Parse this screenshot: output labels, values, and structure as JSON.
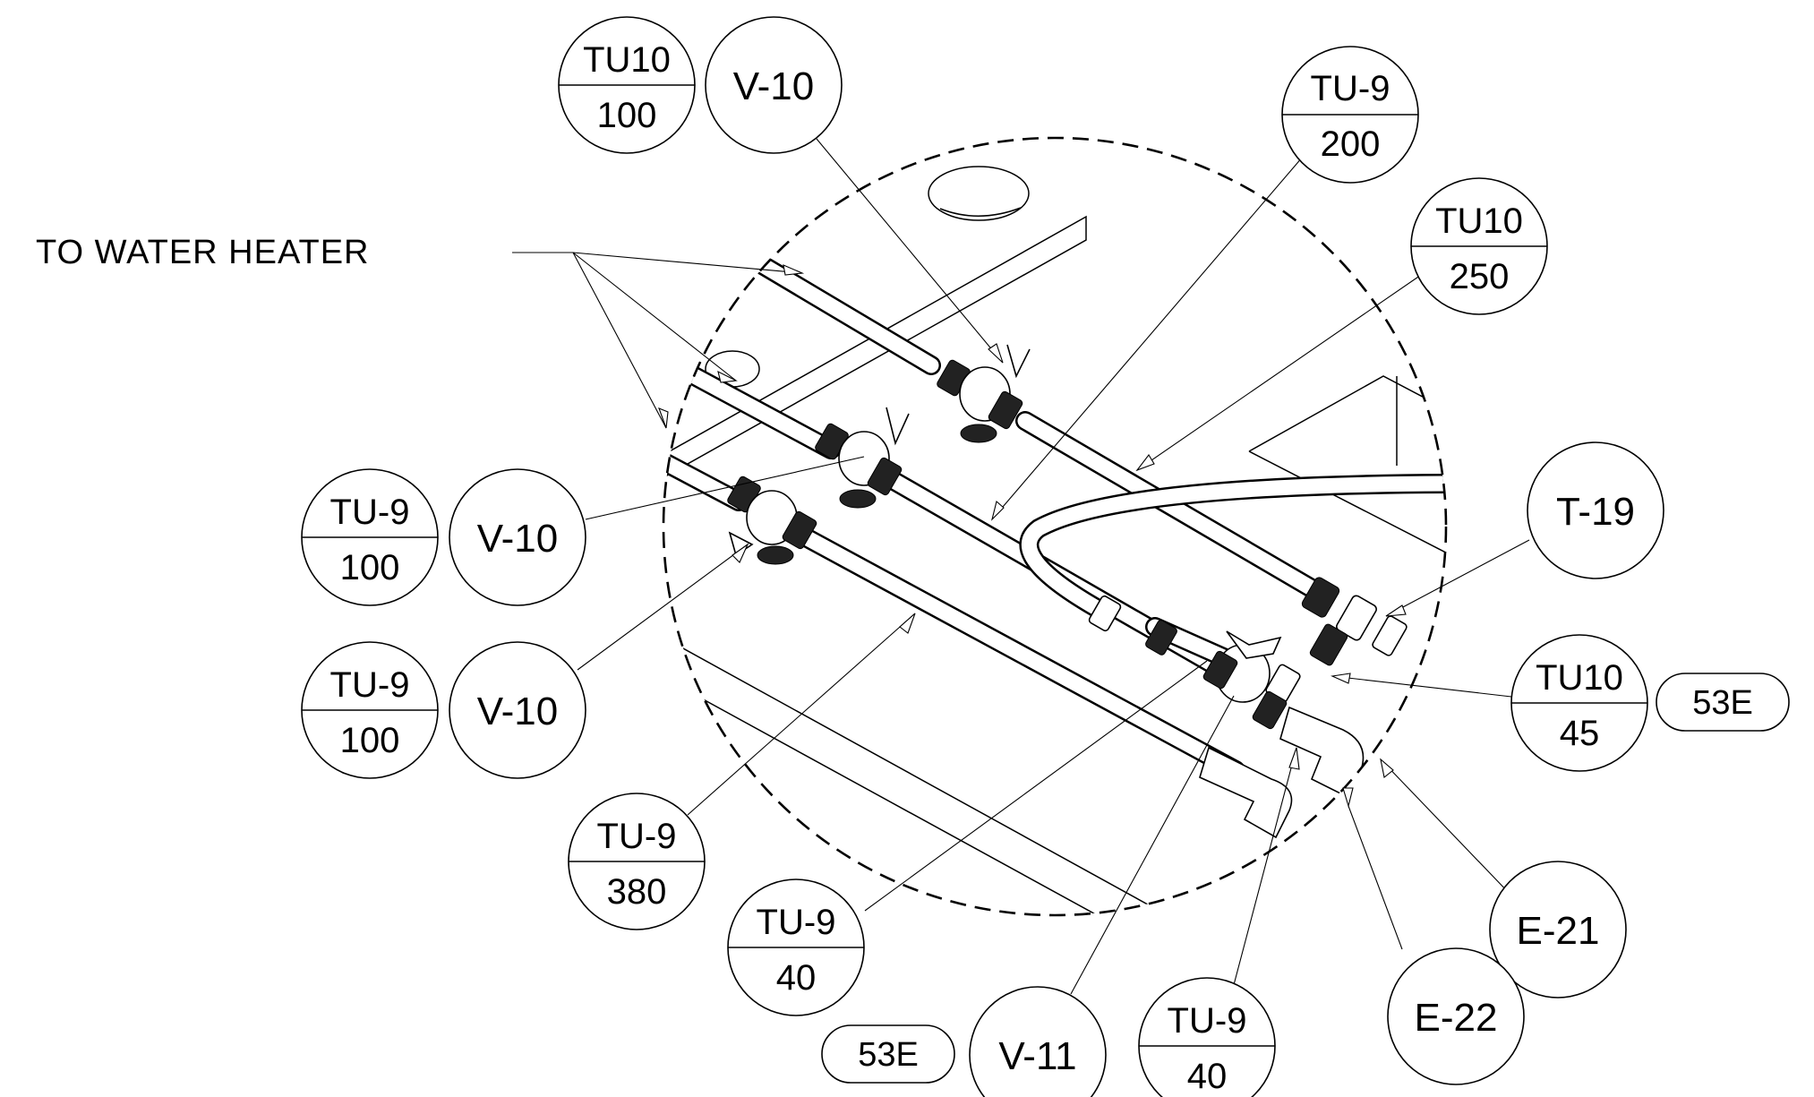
{
  "caption": "TO WATER HEATER",
  "callouts": {
    "tu10_100": {
      "top": "TU10",
      "bottom": "100"
    },
    "v10_top": "V-10",
    "tu9_200": {
      "top": "TU-9",
      "bottom": "200"
    },
    "tu10_250": {
      "top": "TU10",
      "bottom": "250"
    },
    "tu9_100_a": {
      "top": "TU-9",
      "bottom": "100"
    },
    "v10_mid": "V-10",
    "tu9_100_b": {
      "top": "TU-9",
      "bottom": "100"
    },
    "v10_low": "V-10",
    "t19": "T-19",
    "tu10_45": {
      "top": "TU10",
      "bottom": "45"
    },
    "ref_53e_right": "53E",
    "tu9_380": {
      "top": "TU-9",
      "bottom": "380"
    },
    "tu9_40_a": {
      "top": "TU-9",
      "bottom": "40"
    },
    "e21": "E-21",
    "e22": "E-22",
    "ref_53e_bottom": "53E",
    "v11": "V-11",
    "tu9_40_b": {
      "top": "TU-9",
      "bottom": "40"
    }
  }
}
